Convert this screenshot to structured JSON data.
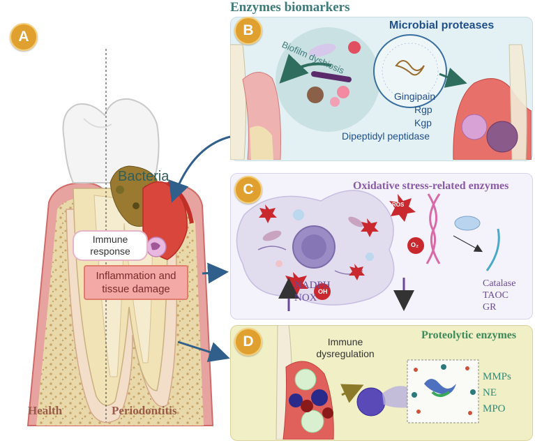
{
  "header": {
    "title": "Enzymes biomarkers"
  },
  "panel_a": {
    "badge": "A",
    "bacteria_label": "Bacteria",
    "immune_response": "Immune response",
    "inflammation": "Inflammation and tissue damage",
    "health_label": "Health",
    "periodontitis_label": "Periodontitis"
  },
  "panel_b": {
    "badge": "B",
    "title": "Microbial proteases",
    "biofilm_label": "Biofilm dysbiosis",
    "items": [
      "Gingipain",
      "Rgp",
      "Kgp",
      "Dipeptidyl peptidase"
    ]
  },
  "panel_c": {
    "badge": "C",
    "title": "Oxidative stress-related enzymes",
    "ros_label": "ROS",
    "oh_label": "OH",
    "o2_label": "O₂",
    "up_items": [
      "NADPH",
      "NOX"
    ],
    "down_items": [
      "Catalase",
      "TAOC",
      "GR"
    ]
  },
  "panel_d": {
    "badge": "D",
    "title": "Proteolytic enzymes",
    "dysregulation": "Immune dysregulation",
    "items": [
      "MMPs",
      "NE",
      "MPO"
    ]
  },
  "colors": {
    "badge": "#e0a030",
    "title_teal": "#3d7a78",
    "microbial_blue": "#1f4e8c",
    "oxidative_purple": "#8a5aa8",
    "proteolytic_green": "#3d8a5a",
    "gum_red": "#d9463c",
    "bone": "#e8d7a8",
    "arrow_blue": "#2f5f8a"
  }
}
